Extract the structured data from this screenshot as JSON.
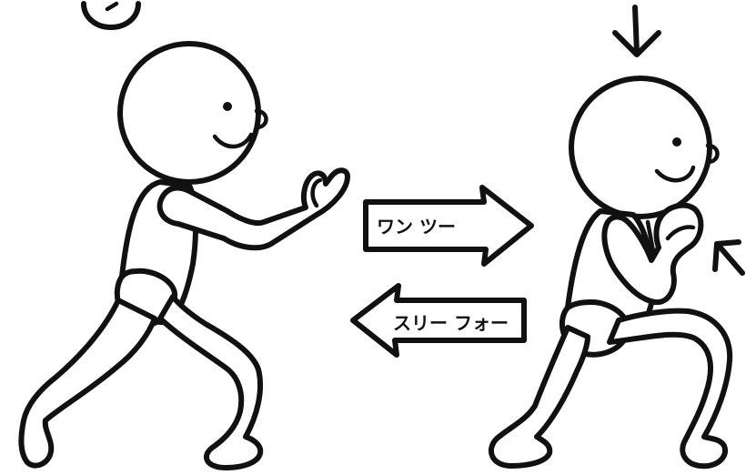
{
  "arrows": {
    "right_label": "ワン ツー",
    "left_label": "スリー フォー"
  },
  "figures": {
    "left_pose": "lunge-reaching",
    "right_pose": "squat-hands-together"
  },
  "colors": {
    "ink": "#111111",
    "paper": "#ffffff"
  },
  "icons": [
    "down-arrow-icon",
    "up-left-arrow-icon"
  ]
}
